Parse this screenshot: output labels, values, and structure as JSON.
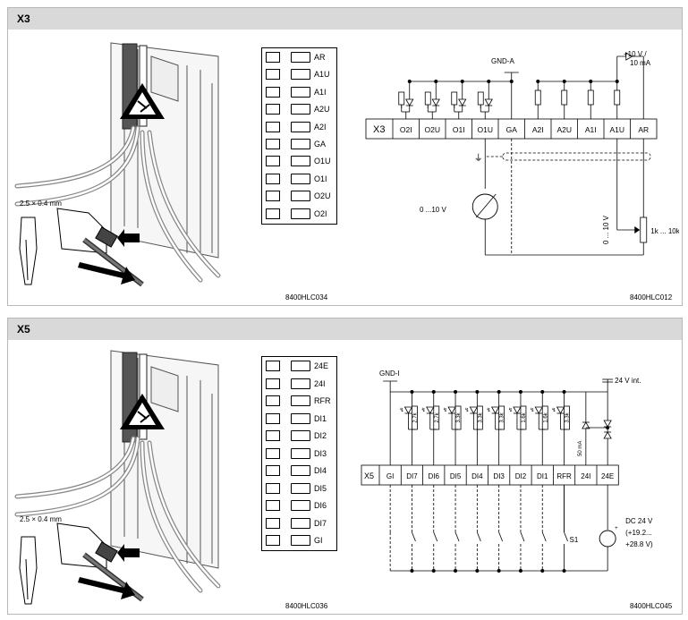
{
  "x3": {
    "title": "X3",
    "wire_size": "2.5 × 0.4 mm",
    "ref_left": "8400HLC034",
    "ref_right": "8400HLC012",
    "terminal_legend": [
      "AR",
      "A1U",
      "A1I",
      "A2U",
      "A2I",
      "GA",
      "O1U",
      "O1I",
      "O2U",
      "O2I"
    ],
    "schematic": {
      "connector": "X3",
      "terminals": [
        "O2I",
        "O2U",
        "O1I",
        "O1U",
        "GA",
        "A2I",
        "A2U",
        "A1I",
        "A1U",
        "AR"
      ],
      "gnd_label": "GND-A",
      "supply_label_1": "+10 V /",
      "supply_label_2": "10 mA",
      "meter_label": "0 ...10 V",
      "pot_voltage_label": "0 ... 10 V",
      "pot_label": "1k ... 10k"
    }
  },
  "x5": {
    "title": "X5",
    "wire_size": "2.5 × 0.4 mm",
    "ref_left": "8400HLC036",
    "ref_right": "8400HLC045",
    "terminal_legend": [
      "24E",
      "24I",
      "RFR",
      "DI1",
      "DI2",
      "DI3",
      "DI4",
      "DI5",
      "DI6",
      "DI7",
      "GI"
    ],
    "schematic": {
      "connector": "X5",
      "terminals": [
        "GI",
        "DI7",
        "DI6",
        "DI5",
        "DI4",
        "DI3",
        "DI2",
        "DI1",
        "RFR",
        "24I",
        "24E"
      ],
      "gnd_label": "GND-I",
      "resistors": [
        "2.7k",
        "2.7k",
        "3.3k",
        "3.3k",
        "3.3k",
        "1.6k",
        "1.6k",
        "3.3k"
      ],
      "current_label": "50 mA",
      "supply_label": "24 V int.",
      "switch_label": "S1",
      "dc_label_1": "DC 24 V",
      "dc_label_2": "(+19.2...",
      "dc_label_3": "+28.8 V)"
    }
  }
}
